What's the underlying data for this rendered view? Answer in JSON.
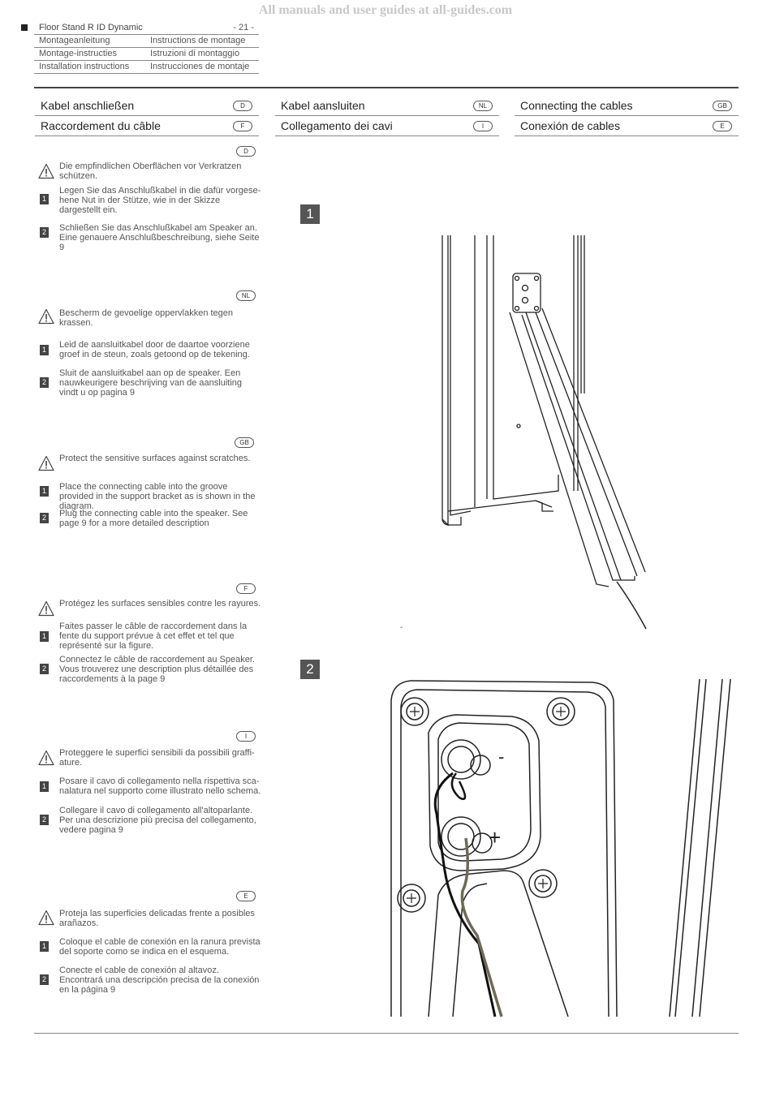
{
  "watermark": "All manuals and user guides at all-guides.com",
  "header": {
    "product": "Floor Stand R ID Dynamic",
    "page": "- 21 -",
    "rows": [
      {
        "left": "Montageanleitung",
        "right": "Instructions de montage"
      },
      {
        "left": "Montage-instructies",
        "right": "Istruzioni di montaggio"
      },
      {
        "left": "Installation instructions",
        "right": "Instrucciones de montaje"
      }
    ]
  },
  "titles": [
    {
      "text": "Kabel anschließen",
      "code": "D"
    },
    {
      "text": "Raccordement du câble",
      "code": "F"
    },
    {
      "text": "Kabel aansluiten",
      "code": "NL"
    },
    {
      "text": "Collegamento dei cavi",
      "code": "I"
    },
    {
      "text": "Connecting the cables",
      "code": "GB"
    },
    {
      "text": "Conexión de cables",
      "code": "E"
    }
  ],
  "sections": [
    {
      "code": "D",
      "warning": "Die empfindlichen Oberflächen vor Verkratzen schützen.",
      "step1": "Legen Sie das Anschlußkabel in die dafür vorgese-hene Nut in der Stütze, wie in der Skizze dargestellt ein.",
      "step2": "Schließen Sie das Anschlußkabel am Speaker an. Eine genauere Anschlußbeschreibung, siehe Seite 9"
    },
    {
      "code": "NL",
      "warning": "Bescherm de gevoelige oppervlakken tegen krassen.",
      "step1": "Leid de aansluitkabel door de daartoe voorziene groef in de steun, zoals getoond op de tekening.",
      "step2": "Sluit de aansluitkabel aan op de speaker. Een nauwkeurigere beschrijving van de aansluiting vindt u op pagina 9"
    },
    {
      "code": "GB",
      "warning": "Protect the sensitive surfaces against scratches.",
      "step1": "Place the connecting cable into the groove provided in the support bracket as is shown in the diagram.",
      "step2": "Plug the connecting cable into the speaker. See page 9 for a more detailed description"
    },
    {
      "code": "F",
      "warning": "Protégez les surfaces sensibles contre les rayures.",
      "step1": "Faites passer le câble de raccordement dans la fente du support prévue à cet effet et tel que représenté sur la figure.",
      "step2": "Connectez le câble de raccordement au Speaker. Vous trouverez une description plus détaillée des raccordements à la page 9"
    },
    {
      "code": "I",
      "warning": "Proteggere le superfici sensibili da possibili graffi-ature.",
      "step1": "Posare il cavo di collegamento nella rispettiva sca-nalatura nel supporto come illustrato nello schema.",
      "step2": "Collegare il cavo di collegamento all'altoparlante. Per una descrizione più precisa del collegamento, vedere pagina 9"
    },
    {
      "code": "E",
      "warning": "Proteja las superficies delicadas frente a posibles arañazos.",
      "step1": "Coloque el cable de conexión en la ranura prevista del soporte como se indica en el esquema.",
      "step2": "Conecte el cable de conexión al altavoz. Encontrará una descripción precisa de la conexión en la página 9"
    }
  ],
  "steps": {
    "one": "1",
    "two": "2"
  },
  "step_numbers": {
    "one": "1",
    "two": "2"
  },
  "figure": {
    "minus": "-",
    "plus": "+",
    "dash_mark": "-"
  }
}
